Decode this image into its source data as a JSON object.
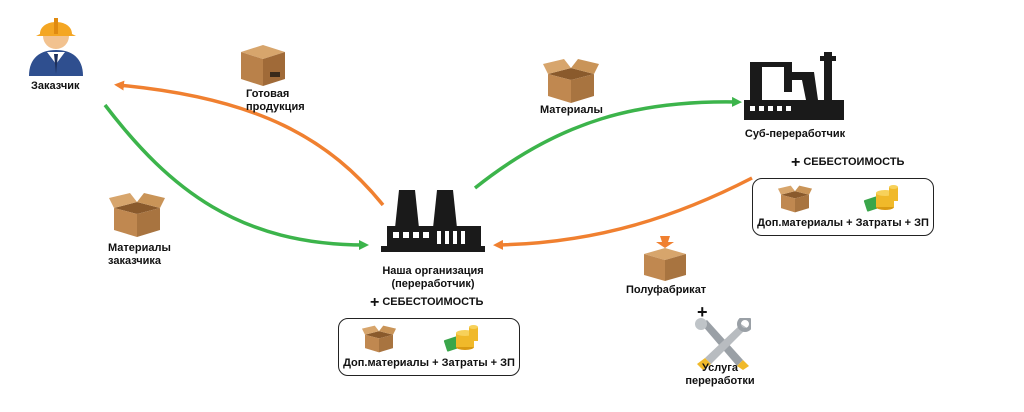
{
  "customer": {
    "label": "Заказчик",
    "icon": "customer-person-icon"
  },
  "finished_goods": {
    "label_line1": "Готовая",
    "label_line2": "продукция",
    "icon": "box-icon"
  },
  "customer_materials": {
    "label_line1": "Материалы",
    "label_line2": "заказчика",
    "icon": "box-icon"
  },
  "our_org": {
    "label_line1": "Наша организация",
    "label_line2": "(переработчик)",
    "icon": "factory-icon"
  },
  "materials": {
    "label": "Материалы",
    "icon": "box-icon"
  },
  "subprocessor": {
    "label": "Суб-переработчик",
    "icon": "factory-icon"
  },
  "semi_product": {
    "label": "Полуфабрикат",
    "icon": "box-icon"
  },
  "processing_service": {
    "label_line1": "Услуга",
    "label_line2": "переработки",
    "icon": "tools-icon"
  },
  "cost_main": {
    "title": "СЕБЕСТОИМОСТЬ",
    "formula": "Доп.материалы + Затраты + ЗП"
  },
  "cost_sub": {
    "title": "СЕБЕСТОИМОСТЬ",
    "formula": "Доп.материалы + Затраты + ЗП"
  },
  "plus_symbol": "+",
  "colors": {
    "green_arrow": "#3cb44b",
    "orange_arrow": "#f08030",
    "box": "#c8935a",
    "factory": "#1a1a1a"
  }
}
